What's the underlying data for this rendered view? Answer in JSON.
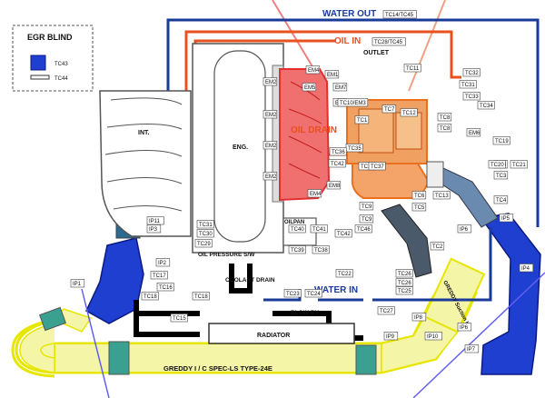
{
  "egr": {
    "title": "EGR BLIND",
    "items": [
      "TC43",
      "TC44"
    ]
  },
  "main_labels": {
    "water_out": "WATER OUT",
    "water_out_tag": "TC14/TC45",
    "oil_in": "OIL IN",
    "oil_in_tag": "TC28/TC45",
    "oil_drain": "OIL DRAIN",
    "water_in": "WATER IN",
    "outlet": "OUTLET",
    "int": "INT.",
    "eng": "ENG.",
    "oilpan": "OILPAN",
    "oil_pressure": "OIL PRESSURE S/W",
    "coolant_drain": "COOLANT DRAIN",
    "radiator": "RADIATOR",
    "blow_by": "BLOW-BY",
    "intercooler": "GREDDY I / C SPEC-LS TYPE-24E",
    "suction": "GREDDY Suction Kit"
  },
  "sensor_labels": [
    "EM4",
    "EM1",
    "EM2",
    "EM2",
    "EM2",
    "EM2",
    "EM3",
    "EM5",
    "EM7",
    "EM8",
    "EM4",
    "EM6",
    "TC1",
    "TC2",
    "TC3",
    "TC3",
    "TC4",
    "TC5",
    "TC6",
    "TC7",
    "TC8",
    "TC8",
    "TC9",
    "TC10/EM3",
    "TC11",
    "TC12",
    "TC13",
    "TC15",
    "TC16",
    "TC17",
    "TC18",
    "TC18",
    "TC19",
    "TC20",
    "TC21",
    "TC22",
    "TC23",
    "TC24",
    "TC25",
    "TC26",
    "TC26",
    "TC27",
    "TC29",
    "TC30",
    "TC31",
    "TC31",
    "TC32",
    "TC33",
    "TC34",
    "TC35",
    "TC36",
    "TC37",
    "TC38",
    "TC39",
    "TC40",
    "TC41",
    "TC42",
    "TC42",
    "TC46",
    "IP1",
    "IP2",
    "IP3",
    "IP4",
    "IP5",
    "IP6",
    "IP6",
    "IP7",
    "IP8",
    "IP9",
    "IP10",
    "IP11",
    "TC9",
    "TC36"
  ],
  "colors": {
    "water": "#1a3a9a",
    "oil": "#e8501e",
    "intercooler": "#f3f39a",
    "intercooler_border": "#e6e600",
    "intake_blue": "#1f3fd1",
    "engine_red": "#f07070",
    "turbo": "#f0a060",
    "drain": "#000000"
  }
}
